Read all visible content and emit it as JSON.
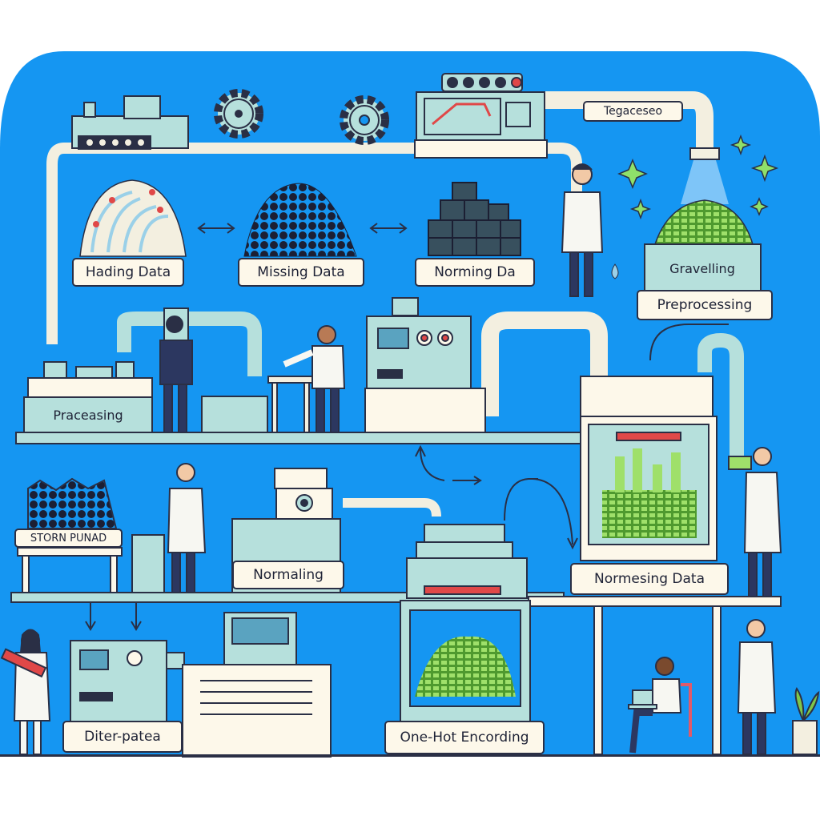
{
  "labels": {
    "tegaceseo": "Tegaceseo",
    "hading_data": "Hading Data",
    "missing_data": "Missing Data",
    "norming_da": "Norming Da",
    "gravelling": "Gravelling",
    "preprocessing": "Preprocessing",
    "processing": "Praceasing",
    "storn_punad": "STORN PUNAD",
    "normaling": "Normaling",
    "normesing_data": "Normesing Data",
    "diter_patea": "Diter-patea",
    "one_hot": "One-Hot Encording"
  },
  "colors": {
    "background": "#1596f2",
    "machine": "#b6e0dc",
    "outline": "#2a2f45",
    "pipe": "#f3efe0",
    "data_green": "#7fc64a",
    "coat": "#f7f7f2",
    "pants": "#2c3760"
  },
  "icons": [
    "gear-icon",
    "sparkle-icon",
    "arrow-icon",
    "water-drop-icon",
    "plant-icon",
    "laptop-icon"
  ]
}
